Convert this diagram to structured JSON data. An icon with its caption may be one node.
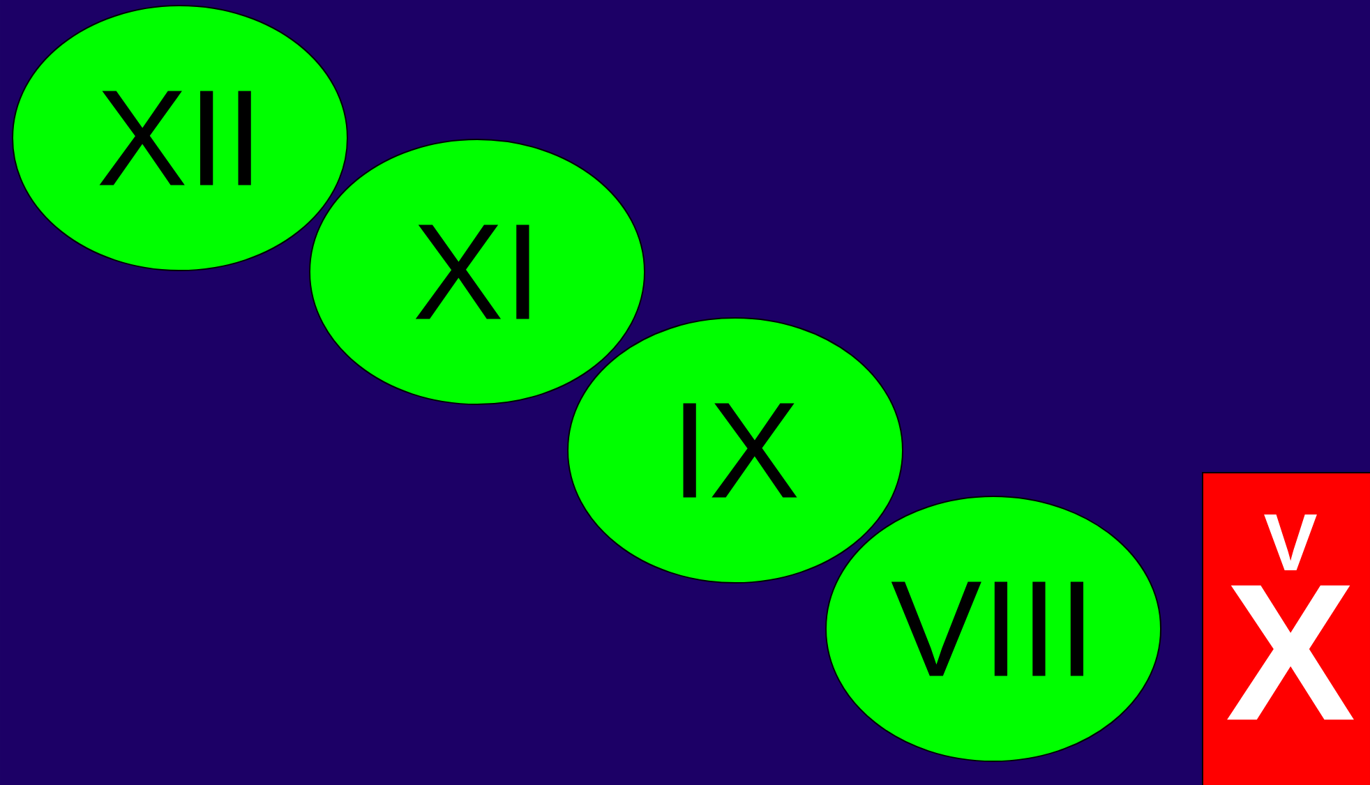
{
  "diagram": {
    "nodes": [
      {
        "text": [
          "XII"
        ]
      },
      {
        "text": [
          "XI"
        ]
      },
      {
        "text": [
          "IX"
        ]
      },
      {
        "text": [
          "VIII"
        ]
      },
      {
        "text": [
          "V",
          "X"
        ]
      }
    ]
  }
}
